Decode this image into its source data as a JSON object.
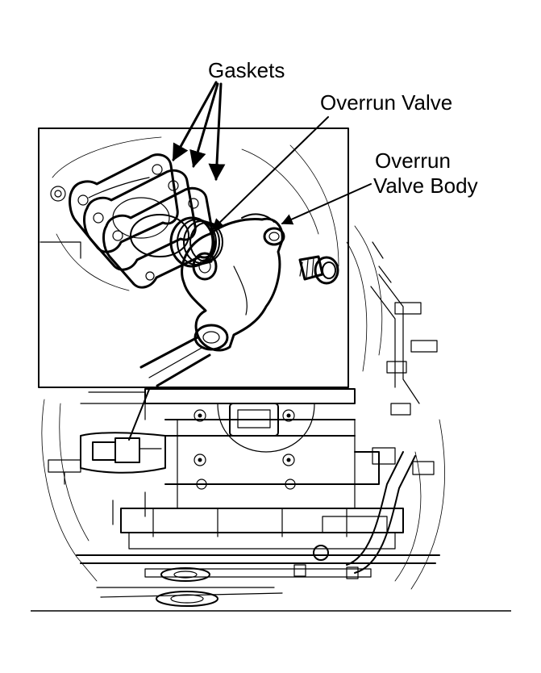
{
  "labels": {
    "gaskets": "Gaskets",
    "overrun_valve": "Overrun Valve",
    "overrun_valve_body_line1": "Overrun",
    "overrun_valve_body_line2": "Valve Body"
  }
}
